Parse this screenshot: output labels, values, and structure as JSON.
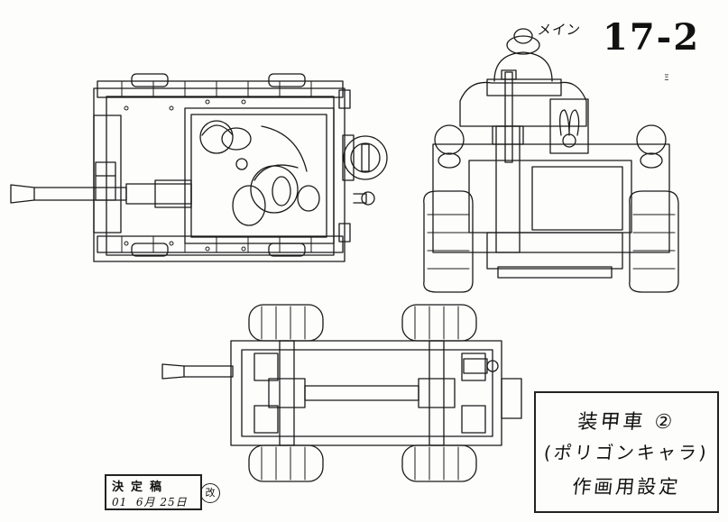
{
  "header": {
    "prefix": "メイン",
    "number": "17-2",
    "mark": "Ξ"
  },
  "title_box": {
    "line1": "装甲車 ②",
    "line2": "(ポリゴンキャラ)",
    "line3": "作画用設定"
  },
  "stamp": {
    "label": "決定稿",
    "date": "01  6月 25日"
  },
  "revision_mark": "改",
  "views": [
    "top-view",
    "front-view",
    "underside-view"
  ]
}
